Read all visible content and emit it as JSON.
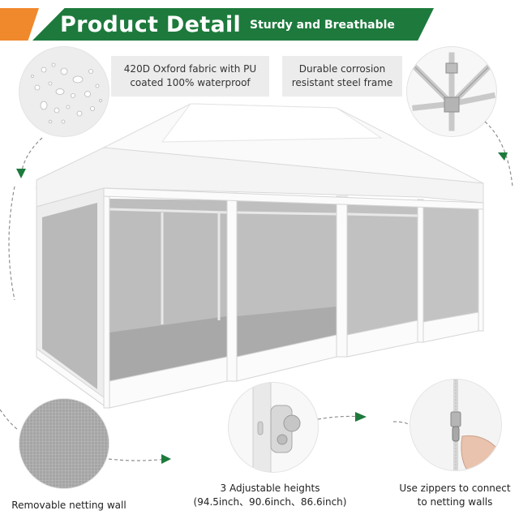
{
  "banner": {
    "title": "Product Detail",
    "subtitle": "Sturdy and Breathable",
    "colors": {
      "green": "#1d7a3c",
      "orange": "#f0882c"
    }
  },
  "features": {
    "fabric": {
      "line1": "420D Oxford fabric with PU",
      "line2": "coated 100% waterproof"
    },
    "frame": {
      "line1": "Durable corrosion",
      "line2": "resistant steel frame"
    },
    "netting": {
      "label": "Removable netting wall"
    },
    "heights": {
      "line1": "3 Adjustable heights",
      "line2": "(94.5inch、90.6inch、86.6inch)"
    },
    "zippers": {
      "line1": "Use zippers to connect",
      "line2": "to netting walls"
    }
  },
  "icons": {
    "water": "water-droplets-icon",
    "frame": "steel-frame-joint-icon",
    "mesh": "netting-mesh-icon",
    "lock": "height-lock-icon",
    "zipper": "zipper-pull-icon",
    "arrow": "arrow-icon"
  }
}
